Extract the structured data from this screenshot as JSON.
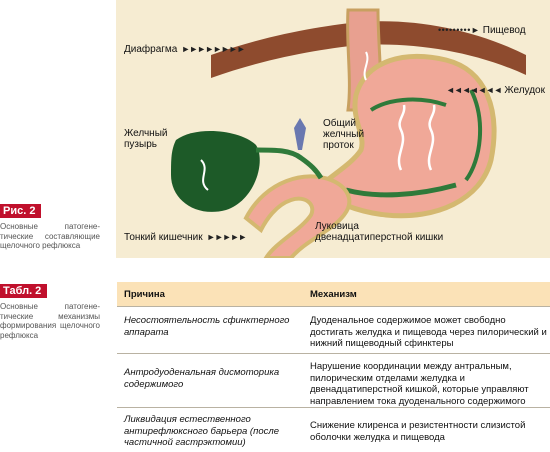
{
  "figure": {
    "labels": {
      "esophagus": "Пищевод",
      "diaphragm": "Диафрагма",
      "stomach": "Желудок",
      "gallbladder": "Желчный\nпузырь",
      "bile_duct": "Общий\nжелчный\nпроток",
      "small_intestine": "Тонкий кишечник",
      "duodenal_bulb": "Луковица\nдвенадцатиперстной кишки"
    }
  },
  "captions": {
    "figure": {
      "tag": "Рис. 2",
      "text": "Основные патогене-тические составляющие щелочного рефлюкса"
    },
    "table": {
      "tag": "Табл. 2",
      "text": "Основные патогене-тические механизмы формирования щелочного рефлюкса"
    }
  },
  "table": {
    "headers": [
      "Причина",
      "Механизм"
    ],
    "rows": [
      {
        "cause": "Несостоятельность сфинктерного аппарата",
        "mechanism": "Дуоденальное содержимое может свободно достигать желудка и пищевода через пилорический и нижний пищеводный сфинктеры"
      },
      {
        "cause": "Антродуоденальная дисмоторика содержимого",
        "mechanism": "Нарушение координации между антральным, пилорическим отделами желудка и двенадцатиперстной кишкой, которые управляют направлением тока дуоденального содержимого"
      },
      {
        "cause": "Ликвидация естественного антирефлюксного барьера (после частичной гастрэктомии)",
        "mechanism": "Снижение клиренса и резистентности слизистой оболочки желудка и пищевода"
      }
    ]
  }
}
